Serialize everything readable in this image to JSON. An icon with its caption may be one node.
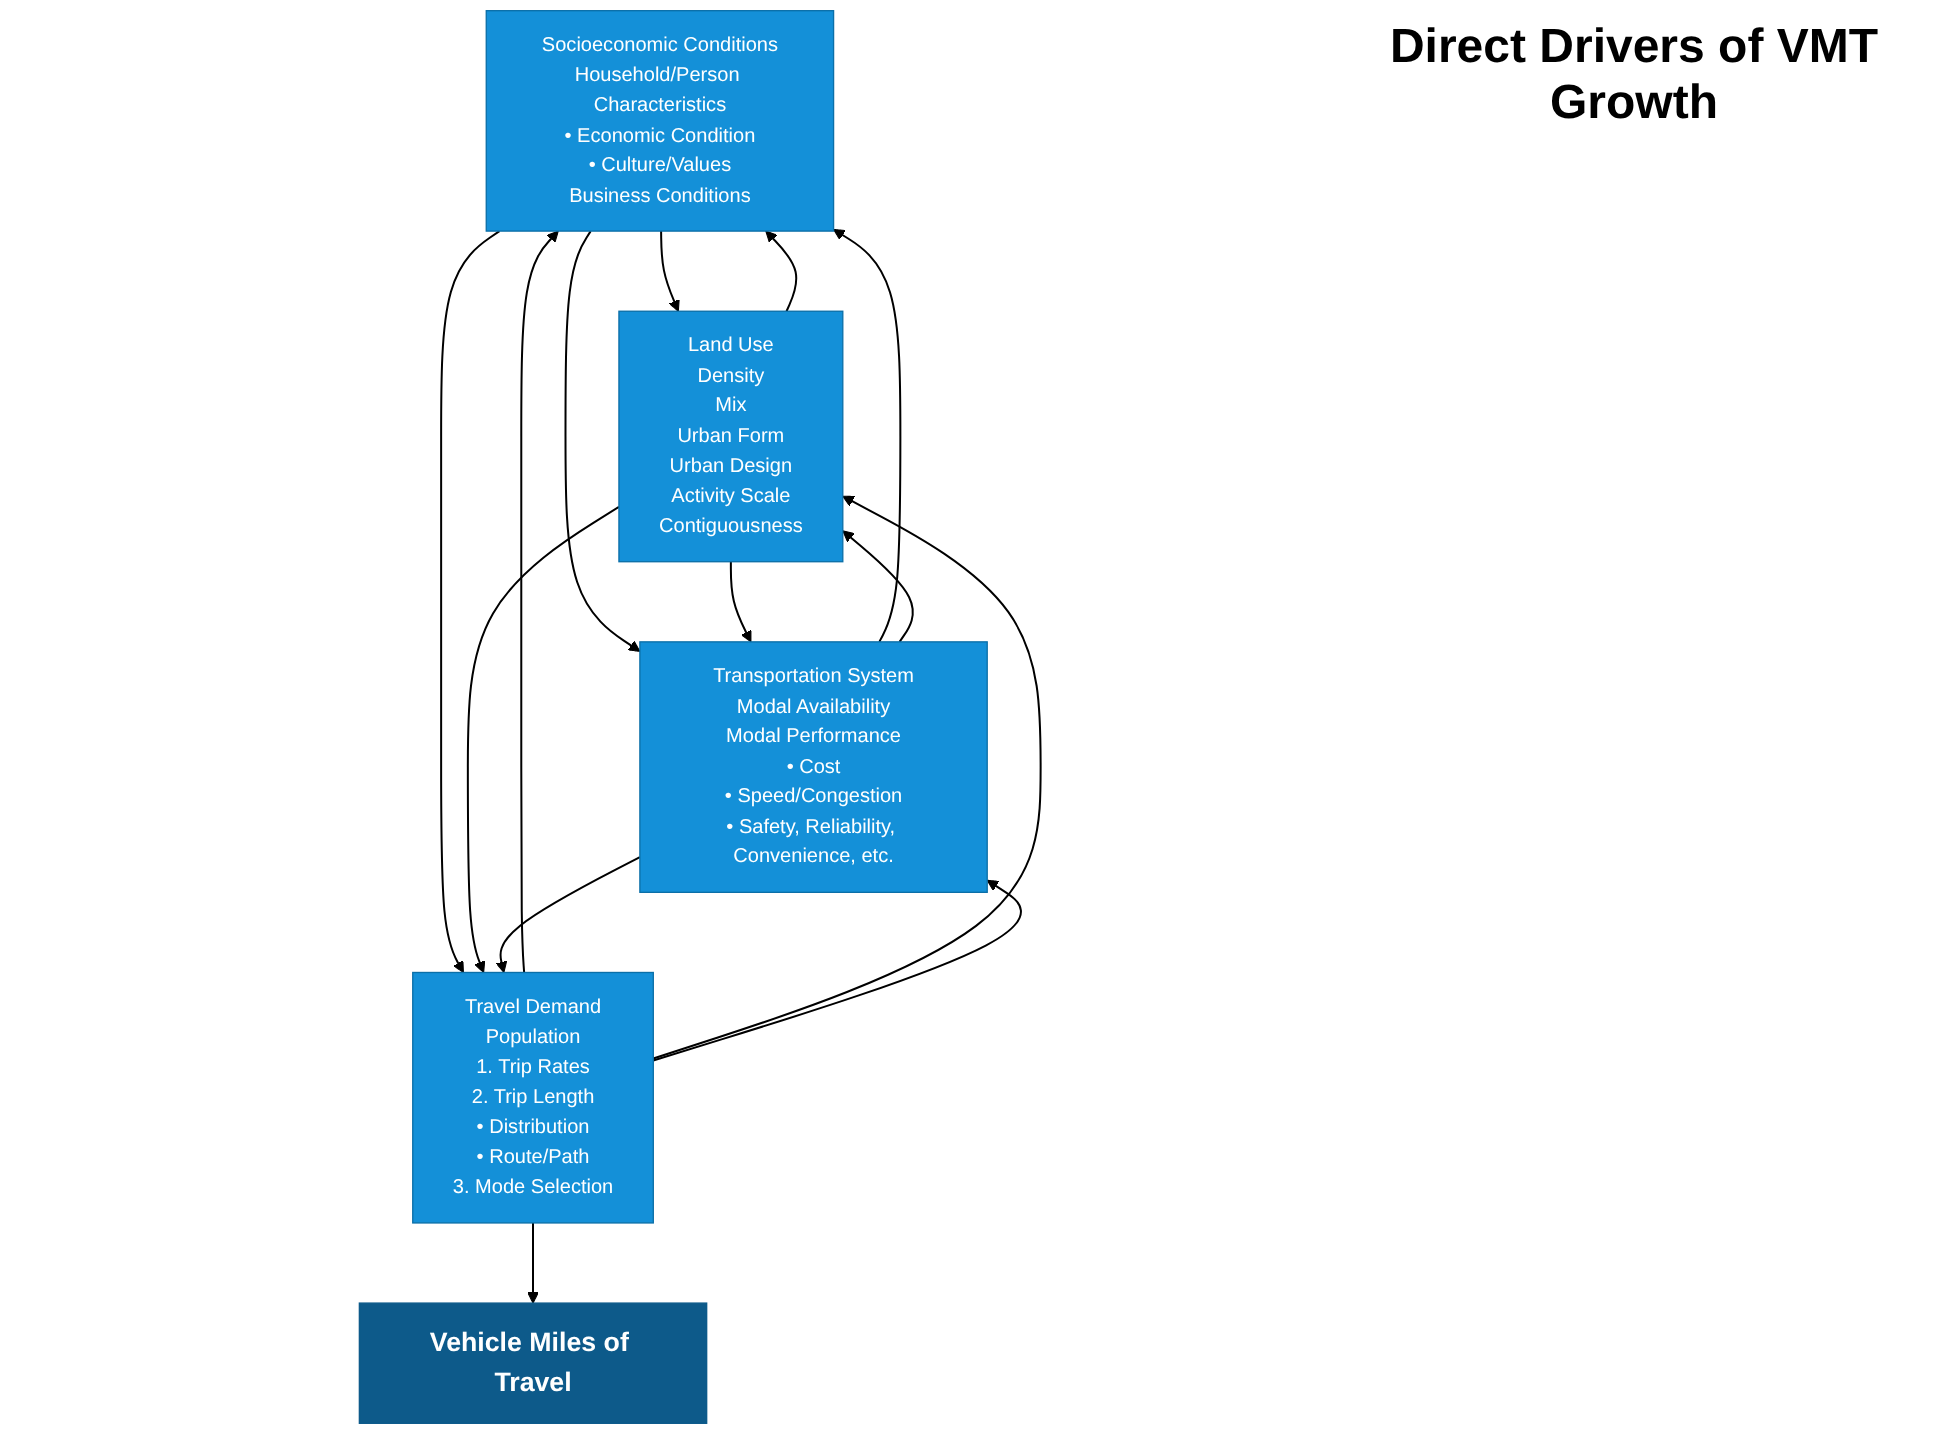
{
  "diagram": {
    "nodes": [
      {
        "text": [
          "Socioeconomic Conditions",
          "Household/Person Characteristics",
          "• Economic Condition",
          "• Culture/Values",
          "Business Conditions"
        ]
      },
      {
        "text": [
          "Land Use",
          "Density",
          "Mix",
          "Urban Form",
          "Urban Design",
          "Activity Scale",
          "Contiguousness"
        ]
      },
      {
        "text": [
          "Transportation System",
          "Modal Availability",
          "Modal Performance",
          "• Cost",
          "• Speed/Congestion",
          "• Safety, Reliability, Convenience, etc."
        ]
      },
      {
        "text": [
          "Travel Demand",
          "Population",
          "1. Trip Rates",
          "2. Trip Length",
          "• Distribution",
          "• Route/Path",
          "3. Mode Selection"
        ]
      },
      {
        "text": [
          "Vehicle Miles of Travel"
        ]
      }
    ],
    "edges": [
      {
        "from": 0,
        "to": 1,
        "arrow": "to"
      },
      {
        "from": 1,
        "to": 0,
        "arrow": "to"
      },
      {
        "from": 0,
        "to": 2,
        "arrow": "to"
      },
      {
        "from": 2,
        "to": 0,
        "arrow": "to"
      },
      {
        "from": 1,
        "to": 2,
        "arrow": "to"
      },
      {
        "from": 2,
        "to": 1,
        "arrow": "to"
      },
      {
        "from": 0,
        "to": 3,
        "arrow": "to"
      },
      {
        "from": 3,
        "to": 0,
        "arrow": "to"
      },
      {
        "from": 3,
        "to": 1,
        "arrow": "to"
      },
      {
        "from": 1,
        "to": 3,
        "arrow": "to"
      },
      {
        "from": 2,
        "to": 3,
        "arrow": "to"
      },
      {
        "from": 3,
        "to": 2,
        "arrow": "to"
      },
      {
        "from": 3,
        "to": 4,
        "arrow": "to"
      }
    ],
    "labels": [
      "Direct Drivers of VMT Growth"
    ]
  }
}
